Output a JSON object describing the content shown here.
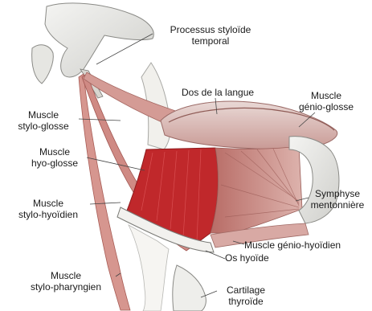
{
  "labels": {
    "styloid": [
      "Processus styloïde",
      "temporal"
    ],
    "dorsum": "Dos de la langue",
    "genioglossus": [
      "Muscle",
      "génio-glosse"
    ],
    "styloglossus": [
      "Muscle",
      "stylo-glosse"
    ],
    "hyoglossus": [
      "Muscle",
      "hyo-glosse"
    ],
    "stylohyoid": [
      "Muscle",
      "stylo-hyoïdien"
    ],
    "symphysis": [
      "Symphyse",
      "mentonnière"
    ],
    "geniohyoid": "Muscle génio-hyoïdien",
    "hyoid": "Os hyoïde",
    "stylopharyngeus": [
      "Muscle",
      "stylo-pharyngien"
    ],
    "thyroid": [
      "Cartilage",
      "thyroïde"
    ]
  },
  "colors": {
    "muscle_red": "#c0282b",
    "muscle_pink": "#d9a3a0",
    "bone": "#ececea",
    "line": "#444444"
  }
}
